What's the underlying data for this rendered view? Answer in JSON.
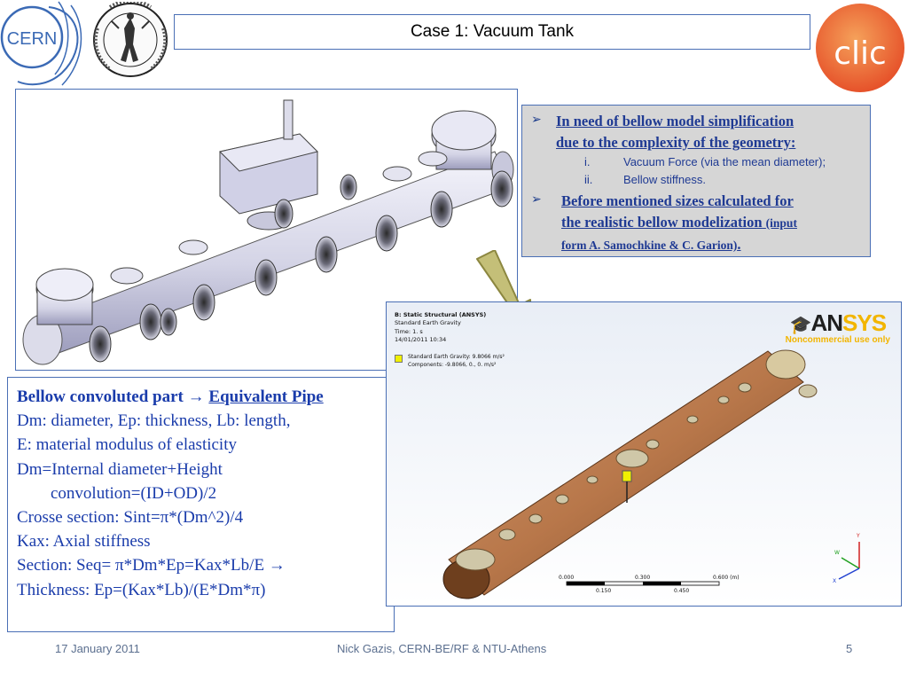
{
  "header": {
    "title": "Case 1: Vacuum Tank",
    "cern_logo_text": "CERN",
    "clic_logo_text": "clic"
  },
  "notes": {
    "item1": "In need of bellow model simplification due to the complexity of the geometry:",
    "item1_line1": "In need of bellow model simplification",
    "item1_line2": "due to the complexity of the geometry:",
    "sub1_num": "i.",
    "sub1_text": "Vacuum Force (via the mean diameter);",
    "sub2_num": "ii.",
    "sub2_text": "Bellow stiffness.",
    "item2_line1": "Before mentioned sizes calculated for",
    "item2_line2": "the realistic bellow modelization",
    "item2_small": "(input",
    "item2_line3": "form A. Samochkine & C. Garion)",
    "item2_end": "."
  },
  "textbox": {
    "head_part1": "Bellow convoluted part",
    "head_part2": "Equivalent Pipe",
    "arrow": "→",
    "lines": [
      "Dm: diameter, Ep: thickness, Lb: length,",
      "E: material modulus of elasticity",
      "Dm=Internal diameter+Height",
      "convolution=(ID+OD)/2",
      "Crosse section: Sint=π*(Dm^2)/4",
      "Kax: Axial stiffness",
      "Section: Seq= π*Dm*Ep=Kax*Lb/E",
      "Thickness: Ep=(Kax*Lb)/(E*Dm*π)"
    ]
  },
  "ansys": {
    "analysis": "B: Static Structural (ANSYS)",
    "load": "Standard Earth Gravity",
    "time": "Time: 1. s",
    "date": "14/01/2011 10:34",
    "legend_line1": "Standard Earth Gravity: 9.8066 m/s²",
    "legend_line2": "Components: -9.8066, 0., 0. m/s²",
    "logo_an": "AN",
    "logo_sys": "SYS",
    "logo_sub": "Noncommercial use only",
    "scale_0": "0.000",
    "scale_1": "0.300",
    "scale_2": "0.600 (m)",
    "scale_3": "0.150",
    "scale_4": "0.450",
    "axis_y": "Y",
    "axis_w": "W",
    "axis_x": "X",
    "colors": {
      "pipe": "#b8774a",
      "flange": "#cfc7a8",
      "yellow": "#f0f000"
    }
  },
  "footer": {
    "date": "17 January 2011",
    "author": "Nick Gazis, CERN-BE/RF & NTU-Athens",
    "page": "5"
  }
}
